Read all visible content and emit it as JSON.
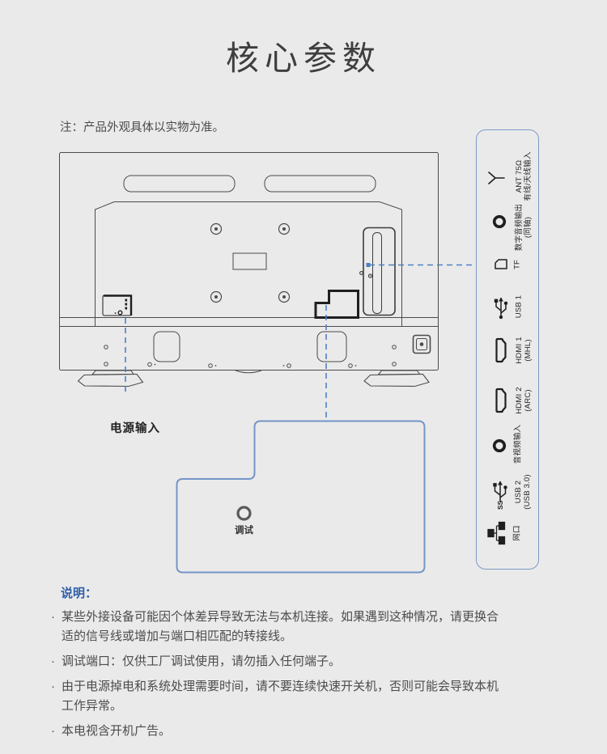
{
  "title": "核心参数",
  "note": "注：产品外观具体以实物为准。",
  "diagram": {
    "power_input_label": "电源输入",
    "debug_port_label": "调试"
  },
  "port_panel": {
    "usb3_ss_mark": "SS",
    "ports": [
      {
        "icon": "antenna-icon",
        "line1": "ANT 75Ω",
        "line2": "有线/天线输入"
      },
      {
        "icon": "coaxial-icon",
        "line1": "数字音频输出",
        "line2": "(同轴)"
      },
      {
        "icon": "tf-card-icon",
        "line1": "TF",
        "line2": ""
      },
      {
        "icon": "usb-icon",
        "line1": "USB 1",
        "line2": ""
      },
      {
        "icon": "hdmi-icon",
        "line1": "HDMI 1",
        "line2": "(MHL)"
      },
      {
        "icon": "hdmi-icon",
        "line1": "HDMI 2",
        "line2": "(ARC)"
      },
      {
        "icon": "av-jack-icon",
        "line1": "音视频输入",
        "line2": ""
      },
      {
        "icon": "usb3-icon",
        "line1": "USB 2",
        "line2": "(USB 3.0)"
      },
      {
        "icon": "ethernet-icon",
        "line1": "网口",
        "line2": ""
      }
    ]
  },
  "notes": {
    "heading": "说明：",
    "bullet": "·",
    "items": [
      "某些外接设备可能因个体差异导致无法与本机连接。如果遇到这种情况，请更换合适的信号线或增加与端口相匹配的转接线。",
      "调试端口：仅供工厂调试使用，请勿插入任何端子。",
      "由于电源掉电和系统处理需要时间，请不要连续快速开关机，否则可能会导致本机工作异常。",
      "本电视含开机广告。"
    ]
  },
  "colors": {
    "background": "#eaeaea",
    "accent_dashed_blue": "#4e80c4",
    "panel_border": "#7d9ac6",
    "callout_border": "#7495c8",
    "heading_blue": "#2f5fa8",
    "drawing_line": "#4b4b4b"
  }
}
